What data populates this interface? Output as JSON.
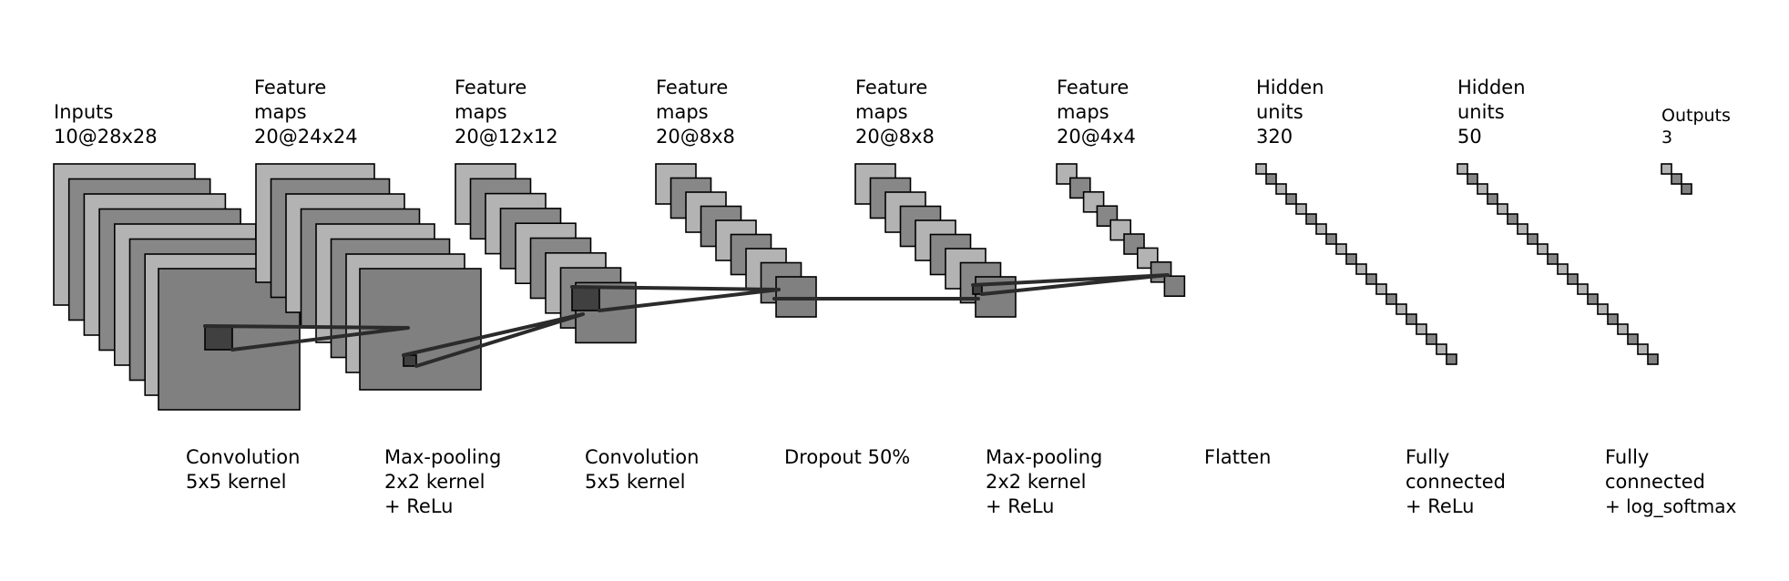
{
  "layers": [
    {
      "lines": [
        "Inputs",
        "10@28x28"
      ]
    },
    {
      "lines": [
        "Feature",
        "maps",
        "20@24x24"
      ]
    },
    {
      "lines": [
        "Feature",
        "maps",
        "20@12x12"
      ]
    },
    {
      "lines": [
        "Feature",
        "maps",
        "20@8x8"
      ]
    },
    {
      "lines": [
        "Feature",
        "maps",
        "20@8x8"
      ]
    },
    {
      "lines": [
        "Feature",
        "maps",
        "20@4x4"
      ]
    },
    {
      "lines": [
        "Hidden",
        "units",
        "320"
      ]
    },
    {
      "lines": [
        "Hidden",
        "units",
        "50"
      ]
    },
    {
      "lines": [
        "Outputs",
        "3"
      ]
    }
  ],
  "operations": [
    {
      "lines": [
        "Convolution",
        "5x5 kernel"
      ]
    },
    {
      "lines": [
        "Max-pooling",
        "2x2 kernel",
        "+ ReLu"
      ]
    },
    {
      "lines": [
        "Convolution",
        "5x5 kernel"
      ]
    },
    {
      "lines": [
        "Dropout 50%"
      ]
    },
    {
      "lines": [
        "Max-pooling",
        "2x2 kernel",
        "+ ReLu"
      ]
    },
    {
      "lines": [
        "Flatten"
      ]
    },
    {
      "lines": [
        "Fully",
        "connected",
        "+ ReLu"
      ]
    },
    {
      "lines": [
        "Fully",
        "connected",
        "+ log_softmax"
      ]
    }
  ],
  "colors": {
    "map_light": "#b3b3b3",
    "map_dark": "#878787",
    "map_front": "#808080",
    "patch": "#404040",
    "connection": "#2b2b2b",
    "outline": "#000000"
  }
}
